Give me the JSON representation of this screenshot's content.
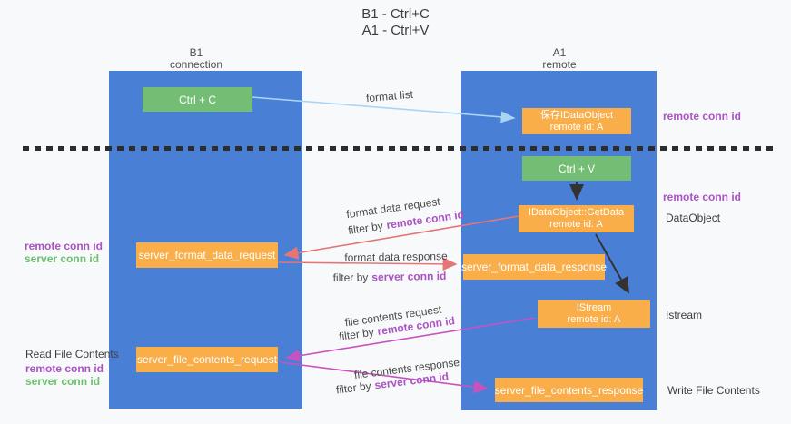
{
  "title": {
    "line1": "B1 - Ctrl+C",
    "line2": "A1 - Ctrl+V"
  },
  "lanes": {
    "left": {
      "name": "B1",
      "role": "connection"
    },
    "right": {
      "name": "A1",
      "role": "remote"
    }
  },
  "nodes": {
    "ctrl_c": {
      "label": "Ctrl + C"
    },
    "save_idataobject": {
      "line1": "保存IDataObject",
      "line2": "remote id: A"
    },
    "ctrl_v": {
      "label": "Ctrl + V"
    },
    "getdata": {
      "line1": "IDataObject::GetData",
      "line2": "remote id: A"
    },
    "istream": {
      "line1": "IStream",
      "line2": "remote id: A"
    },
    "server_format_data_request": {
      "label": "server_format_data_request"
    },
    "server_format_data_response": {
      "label": "server_format_data_response"
    },
    "server_file_contents_request": {
      "label": "server_file_contents_request"
    },
    "server_file_contents_response": {
      "label": "server_file_contents_response"
    }
  },
  "flow_labels": {
    "format_list": "format list",
    "format_data_request": "format data request",
    "format_data_response": "format data response",
    "file_contents_request": "file contents request",
    "file_contents_response": "file contents response",
    "filter_by": "filter by",
    "remote_conn_id": "remote conn id",
    "server_conn_id": "server conn id"
  },
  "annotations": {
    "remote_conn_id": "remote conn id",
    "server_conn_id": "server conn id",
    "dataobject": "DataObject",
    "istream": "Istream",
    "read_file_contents": "Read File Contents",
    "write_file_contents": "Write File Contents"
  },
  "colors": {
    "lane_blue": "#4a7fd6",
    "node_orange": "#f9ae4a",
    "node_green": "#74bd75",
    "conn_id_purple": "#ab53c5",
    "conn_id_green": "#6dbf70",
    "arrow_salmon": "#e57576",
    "arrow_magenta": "#c653c0",
    "arrow_lightblue": "#a9d5f5",
    "arrow_black": "#333333"
  }
}
